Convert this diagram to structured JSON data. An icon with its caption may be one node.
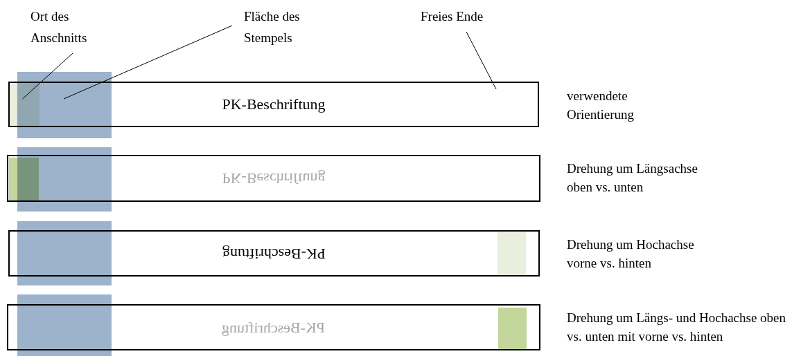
{
  "diagram": {
    "nodes": [
      {
        "text": [
          "Ort des Anschnitts"
        ]
      },
      {
        "text": [
          "Fläche des Stempels"
        ]
      },
      {
        "text": [
          "Freies Ende"
        ]
      },
      {
        "text": [
          "PK-Beschriftung"
        ],
        "beside": [
          "verwendete Orientierung"
        ]
      },
      {
        "text": [],
        "shape": "box",
        "in": 3
      },
      {
        "text": [],
        "shape": "box"
      },
      {
        "text": [
          "PK-Beschriftung"
        ],
        "beside": [
          "Drehung um Längsachse oben vs. unten"
        ]
      },
      {
        "text": [],
        "shape": "box",
        "in": 6
      },
      {
        "text": [],
        "shape": "box"
      },
      {
        "text": [
          "PK-Beschriftung"
        ],
        "beside": [
          "Drehung um Hochachse vorne vs. hinten"
        ]
      },
      {
        "text": [],
        "shape": "box",
        "in": 9
      },
      {
        "text": [],
        "shape": "box"
      },
      {
        "text": [
          "PK-Beschriftung"
        ],
        "beside": [
          "Drehung um Längs- und Hochachse oben vs. unten mit vorne vs. hinten"
        ]
      },
      {
        "text": [],
        "shape": "box",
        "in": 12
      },
      {
        "text": [],
        "shape": "box"
      }
    ],
    "edges": [
      {
        "from": 0,
        "to": 4,
        "arrow": "none"
      },
      {
        "from": 1,
        "to": 5,
        "arrow": "none"
      },
      {
        "from": 2,
        "to": 3,
        "arrow": "none"
      }
    ]
  }
}
